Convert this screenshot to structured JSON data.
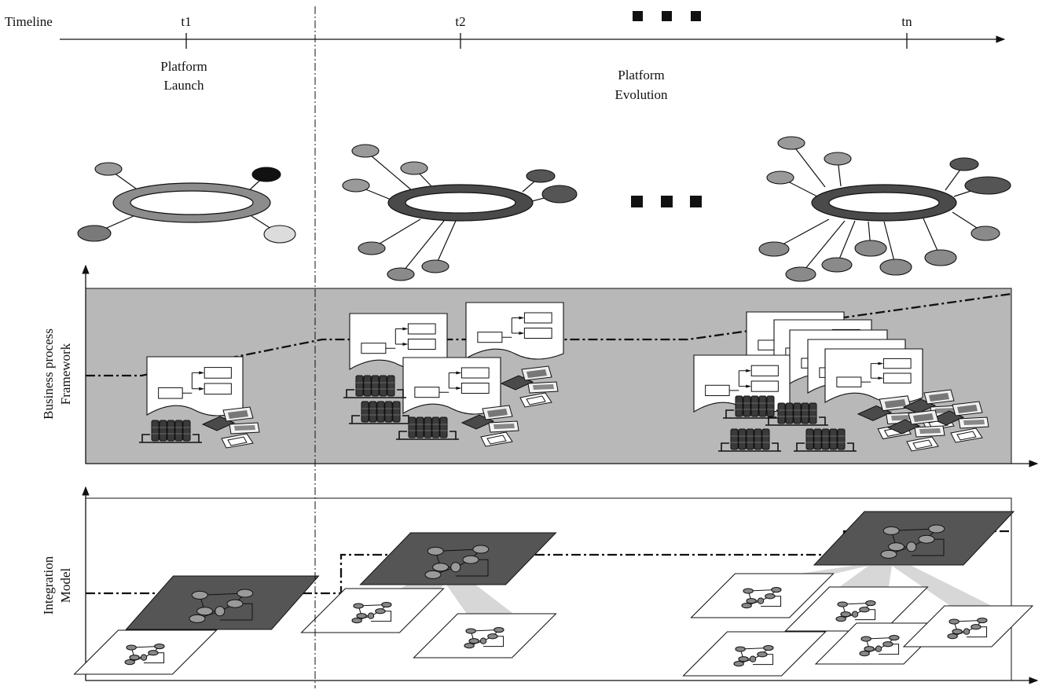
{
  "timeline": {
    "label": "Timeline",
    "ticks": [
      "t1",
      "t2",
      "tn"
    ],
    "phases": {
      "launch": [
        "Platform",
        "Launch"
      ],
      "evolution": [
        "Platform",
        "Evolution"
      ]
    }
  },
  "rows": {
    "business": [
      "Business process",
      "Framework"
    ],
    "integration": [
      "Integration",
      "Model"
    ]
  },
  "colors": {
    "panel_gray": "#b8b8b9",
    "dark": "#3d3d3d",
    "mid_gray": "#8a8a8a",
    "light_gray": "#c9c9c9"
  }
}
